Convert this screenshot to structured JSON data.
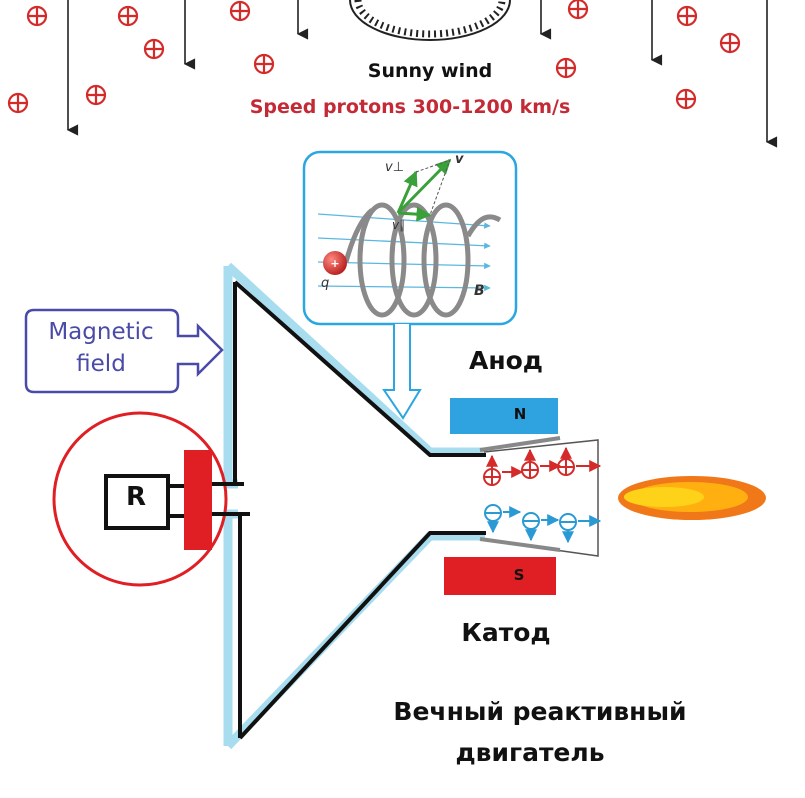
{
  "sun": {
    "title": "Sunny wind",
    "speed": "Speed protons 300-1200 km/s"
  },
  "inset": {
    "v_perp": "v⊥",
    "v": "v",
    "v_parallel": "v∥",
    "charge": "q",
    "field": "B"
  },
  "callout": {
    "line1": "Magnetic",
    "line2": "field"
  },
  "magnets": {
    "north": "N",
    "south": "S"
  },
  "labels": {
    "anode": "Анод",
    "cathode": "Катод",
    "resistor": "R"
  },
  "caption": {
    "line1": "Вечный реактивный",
    "line2": "двигатель"
  },
  "colors": {
    "proton": "#d42a2a",
    "electron": "#2a9ad4",
    "magnet_north": "#2fa3e0",
    "magnet_south": "#e01f24",
    "circuit": "#e01f24",
    "callout": "#4a4aa8",
    "inset_border": "#2aa6e0"
  }
}
